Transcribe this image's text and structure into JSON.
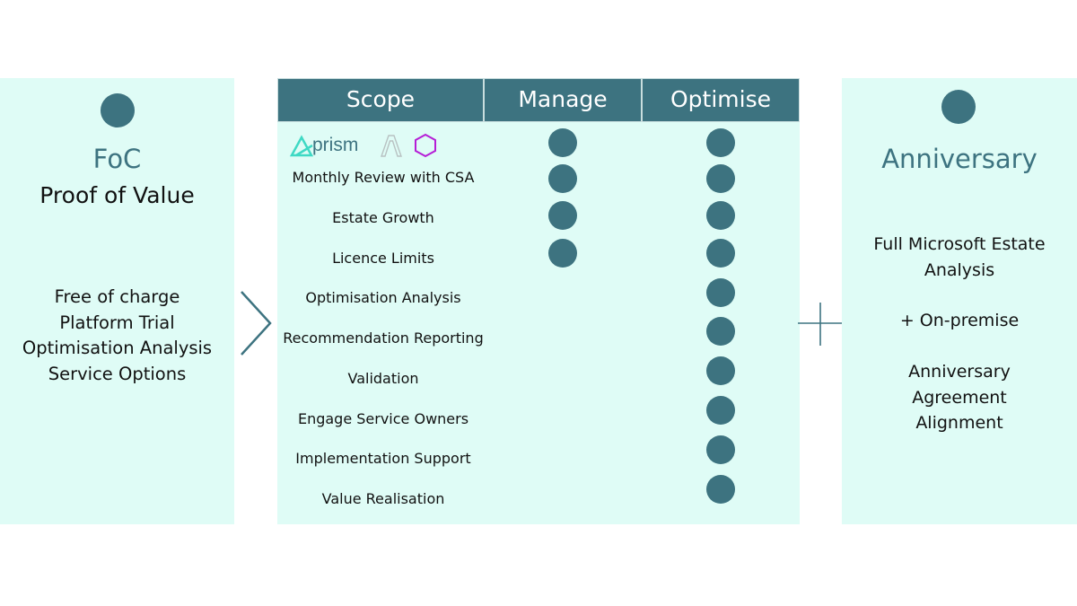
{
  "left_panel": {
    "title": "FoC",
    "subtitle": "Proof of Value",
    "items": [
      "Free of charge",
      "Platform Trial",
      "Optimisation Analysis",
      "Service Options"
    ]
  },
  "center_panel": {
    "headers": [
      "Scope",
      "Manage",
      "Optimise"
    ],
    "logo_text": "prism",
    "rows": [
      {
        "label": "",
        "manage": true,
        "optimise": true
      },
      {
        "label": "Monthly Review with CSA",
        "manage": true,
        "optimise": true
      },
      {
        "label": "Estate Growth",
        "manage": true,
        "optimise": true
      },
      {
        "label": "Licence Limits",
        "manage": true,
        "optimise": true
      },
      {
        "label": "Optimisation Analysis",
        "manage": false,
        "optimise": true
      },
      {
        "label": "Recommendation Reporting",
        "manage": false,
        "optimise": true
      },
      {
        "label": "Validation",
        "manage": false,
        "optimise": true
      },
      {
        "label": "Engage Service Owners",
        "manage": false,
        "optimise": true
      },
      {
        "label": "Implementation Support",
        "manage": false,
        "optimise": true
      },
      {
        "label": "Value Realisation",
        "manage": false,
        "optimise": true
      }
    ]
  },
  "right_panel": {
    "title": "Anniversary",
    "item1_lines": [
      "Full Microsoft Estate",
      "Analysis"
    ],
    "item2": "+ On-premise",
    "item3_lines": [
      "Anniversary",
      "Agreement",
      "Alignment"
    ]
  },
  "colors": {
    "panel_bg": "#dffcf6",
    "accent": "#3d7380",
    "prism_teal": "#3fd9c4",
    "hex_purple": "#b51ed6"
  }
}
